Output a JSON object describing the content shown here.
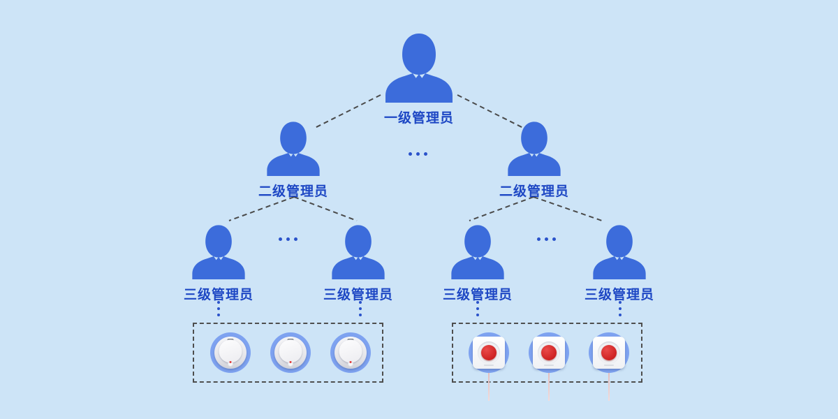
{
  "palette": {
    "background": "#cde4f7",
    "person_blue": "#3c6cdb",
    "label_blue": "#1d47c4",
    "dot_blue": "#2a52ca",
    "dashed_line_gray": "#4e4e4e",
    "device_halo_blue": "#7ea2f0",
    "device_button_red": "#cc1f1f"
  },
  "levels": [
    {
      "name": "level-1",
      "people": [
        {
          "label": "一级管理员"
        }
      ]
    },
    {
      "name": "level-2",
      "people": [
        {
          "label": "二级管理员"
        },
        {
          "label": "二级管理员"
        }
      ]
    },
    {
      "name": "level-3",
      "people": [
        {
          "label": "三级管理员"
        },
        {
          "label": "三级管理员"
        },
        {
          "label": "三级管理员"
        },
        {
          "label": "三级管理员"
        }
      ]
    }
  ],
  "ellipses": {
    "between_level2": "more-siblings",
    "between_level3_left": "more-siblings",
    "between_level3_right": "more-siblings"
  },
  "device_groups": [
    {
      "name": "knob-device-group",
      "device_type": "rotary-knob-device",
      "count": 3
    },
    {
      "name": "emergency-button-group",
      "device_type": "emergency-button-device",
      "count": 3
    }
  ]
}
